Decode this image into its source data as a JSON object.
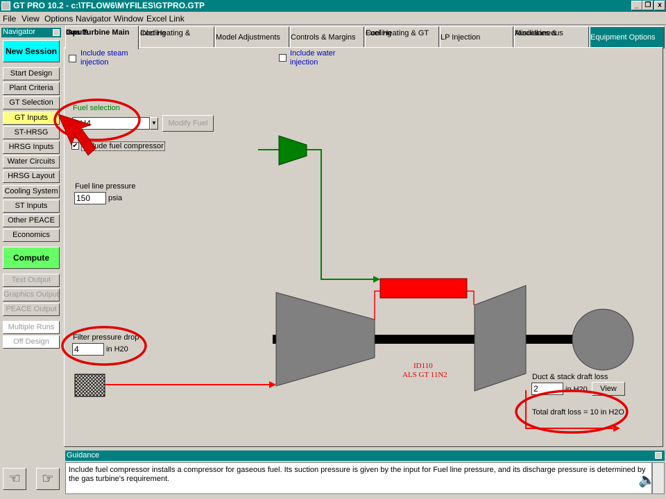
{
  "window": {
    "title": "GT PRO 10.2 - c:\\TFLOW6\\MYFILES\\GTPRO.GTP",
    "minimize_glyph": "_",
    "restore_glyph": "❐",
    "close_glyph": "x"
  },
  "menu": [
    "File",
    "View",
    "Options",
    "Navigator",
    "Window",
    "Excel Link"
  ],
  "navigator": {
    "title": "Navigator",
    "new_session": "New Session",
    "items": [
      "Start Design",
      "Plant Criteria",
      "GT Selection",
      "GT Inputs",
      "ST-HRSG",
      "HRSG Inputs",
      "Water Circuits",
      "HRSG Layout",
      "Cooling System",
      "ST Inputs",
      "Other PEACE",
      "Economics"
    ],
    "compute": "Compute",
    "outputs": [
      "Text Output",
      "Graphics Output",
      "PEACE Output"
    ],
    "runs": [
      "Multiple Runs",
      "Off Design"
    ]
  },
  "tabs": [
    {
      "line1": "Gas Turbine Main",
      "line2": "Inputs"
    },
    {
      "line1": "Inlet Heating &",
      "line2": "Cooling"
    },
    {
      "line1": "Model Adjustments",
      "line2": ""
    },
    {
      "line1": "Controls & Margins",
      "line2": ""
    },
    {
      "line1": "Fuel Heating & GT",
      "line2": "Cooling"
    },
    {
      "line1": "LP Injection",
      "line2": ""
    },
    {
      "line1": "Auxiliaries &",
      "line2": "Miscellaneous"
    },
    {
      "line1": "Equipment Options",
      "line2": ""
    }
  ],
  "main": {
    "steam_injection": {
      "line1": "Include steam",
      "line2": "injection"
    },
    "water_injection": {
      "line1": "Include water",
      "line2": "injection"
    },
    "fuel_selection_label": "Fuel selection",
    "fuel_value": "CH4",
    "modify_fuel": "Modify Fuel",
    "fuel_compressor_label": "Include fuel compressor",
    "fuel_compressor_check": "✔",
    "fuel_line_pressure_label": "Fuel line pressure",
    "fuel_line_pressure_value": "150",
    "fuel_line_pressure_unit": "psia",
    "filter_pd_label": "Filter pressure drop",
    "filter_pd_value": "4",
    "filter_pd_unit": "in H20",
    "gt_id": "ID110",
    "gt_model": "ALS GT 11N2",
    "duct_label": "Duct & stack draft loss",
    "duct_value": "2",
    "duct_unit": "in H20",
    "view_button": "View",
    "total_draft": "Total draft loss = 10 in H2O"
  },
  "guidance": {
    "title": "Guidance",
    "text": "Include fuel compressor installs a compressor for gaseous fuel.  Its suction pressure is given by the input for Fuel line pressure, and its discharge pressure is determined by the gas turbine's requirement."
  },
  "footer": {
    "back_glyph": "☜",
    "forward_glyph": "☞",
    "speaker_glyph": "🔈"
  },
  "colors": {
    "titlebar": "#008080",
    "compressor_fill": "#008000",
    "combustor_fill": "#ff0000",
    "turbine_fill": "#808080",
    "annotation_red": "#e00000",
    "highlight_yellow": "#ffff80",
    "new_session_cyan": "#00ffff",
    "compute_green": "#66ff66"
  }
}
